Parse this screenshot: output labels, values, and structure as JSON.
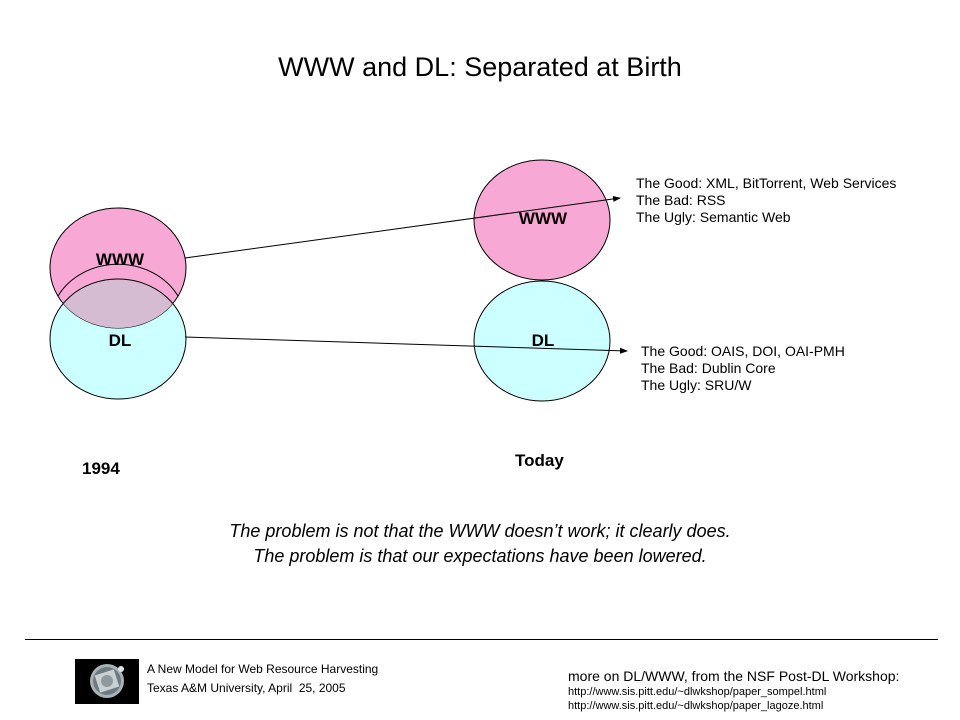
{
  "title": "WWW and DL: Separated at Birth",
  "diagram": {
    "left_www_label": "WWW",
    "left_dl_label": "DL",
    "right_www_label": "WWW",
    "right_dl_label": "DL",
    "year_left": "1994",
    "year_right": "Today",
    "colors": {
      "www_fill": "#f7a8d4",
      "dl_fill": "#ccffff",
      "overlap_fill": "#d6bcd2",
      "stroke": "#000000"
    }
  },
  "www_notes": [
    "The Good: XML, BitTorrent, Web Services",
    "The Bad: RSS",
    "The Ugly: Semantic Web"
  ],
  "dl_notes": [
    "The Good: OAIS, DOI, OAI-PMH",
    "The Bad: Dublin Core",
    "The Ugly: SRU/W"
  ],
  "quote": [
    "The problem is not that the WWW doesn’t work; it clearly does.",
    "The problem is that our expectations have been lowered."
  ],
  "footer": {
    "presentation_title": "A New Model for Web Resource Harvesting",
    "venue": "Texas A&M University, April  25, 2005",
    "more_text": "more on DL/WWW, from the NSF Post-DL Workshop:",
    "urls": [
      "http://www.sis.pitt.edu/~dlwkshop/paper_sompel.html",
      "http://www.sis.pitt.edu/~dlwkshop/paper_lagoze.html"
    ]
  }
}
